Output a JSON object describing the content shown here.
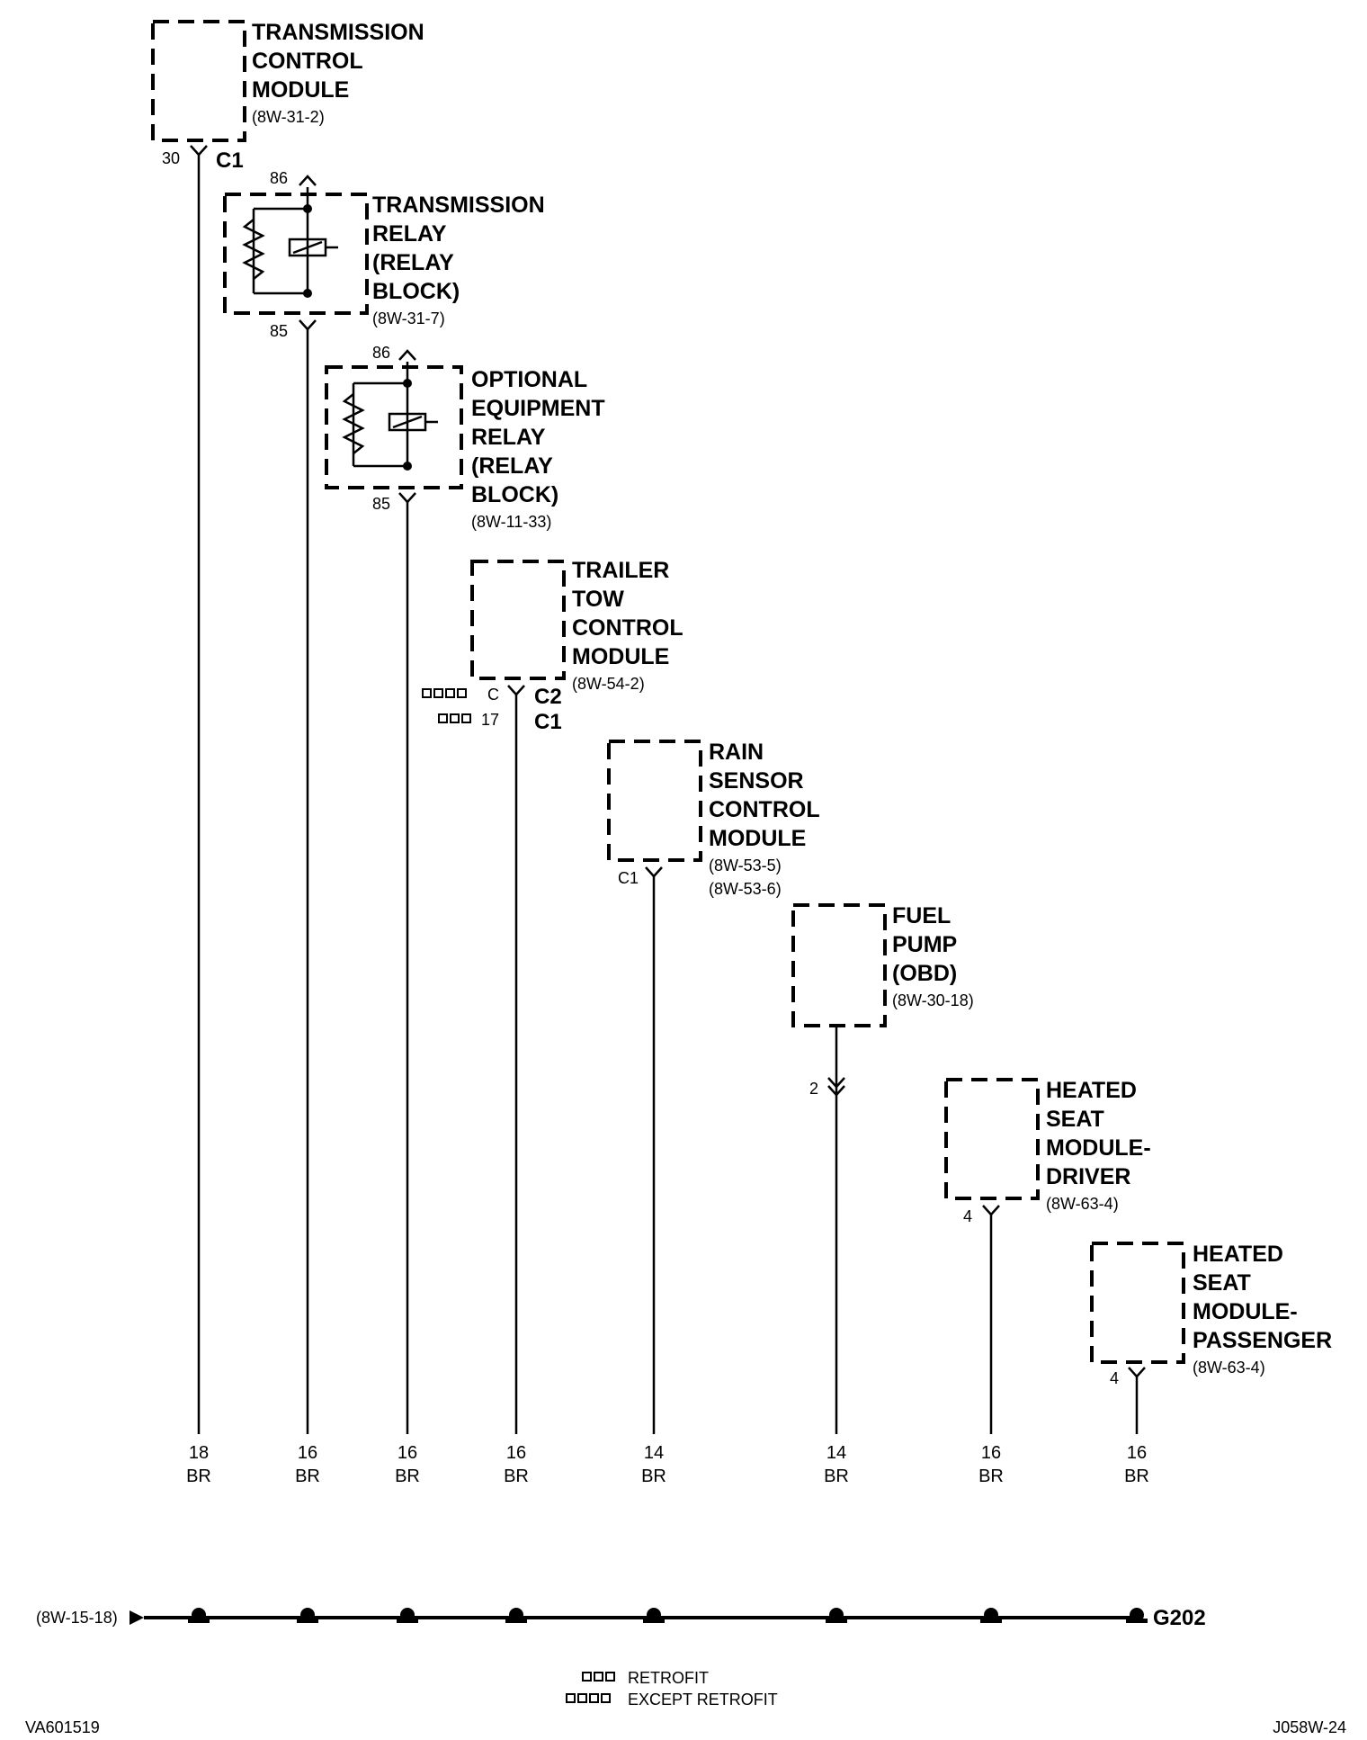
{
  "components": {
    "tcm": {
      "title": [
        "TRANSMISSION",
        "CONTROL",
        "MODULE"
      ],
      "ref": "(8W-31-2)",
      "pin": "30",
      "connector": "C1"
    },
    "trans_relay": {
      "title": [
        "TRANSMISSION",
        "RELAY",
        "(RELAY",
        "BLOCK)"
      ],
      "ref": "(8W-31-7)",
      "pin_top": "86",
      "pin_bottom": "85"
    },
    "opt_relay": {
      "title": [
        "OPTIONAL",
        "EQUIPMENT",
        "RELAY",
        "(RELAY",
        "BLOCK)"
      ],
      "ref": "(8W-11-33)",
      "pin_top": "86",
      "pin_bottom": "85"
    },
    "trailer": {
      "title": [
        "TRAILER",
        "TOW",
        "CONTROL",
        "MODULE"
      ],
      "ref": "(8W-54-2)",
      "pin_a": "C",
      "pin_b": "17",
      "conn_a": "C2",
      "conn_b": "C1"
    },
    "rain": {
      "title": [
        "RAIN",
        "SENSOR",
        "CONTROL",
        "MODULE"
      ],
      "ref1": "(8W-53-5)",
      "ref2": "(8W-53-6)",
      "connector": "C1"
    },
    "fuel": {
      "title": [
        "FUEL",
        "PUMP",
        "(OBD)"
      ],
      "ref": "(8W-30-18)",
      "pin": "2"
    },
    "hsd": {
      "title": [
        "HEATED",
        "SEAT",
        "MODULE-",
        "DRIVER"
      ],
      "ref": "(8W-63-4)",
      "pin": "4"
    },
    "hsp": {
      "title": [
        "HEATED",
        "SEAT",
        "MODULE-",
        "PASSENGER"
      ],
      "ref": "(8W-63-4)",
      "pin": "4"
    }
  },
  "wires": [
    {
      "gauge": "18",
      "color": "BR"
    },
    {
      "gauge": "16",
      "color": "BR"
    },
    {
      "gauge": "16",
      "color": "BR"
    },
    {
      "gauge": "16",
      "color": "BR"
    },
    {
      "gauge": "14",
      "color": "BR"
    },
    {
      "gauge": "14",
      "color": "BR"
    },
    {
      "gauge": "16",
      "color": "BR"
    },
    {
      "gauge": "16",
      "color": "BR"
    }
  ],
  "ground": {
    "ref": "(8W-15-18)",
    "label": "G202"
  },
  "legend": {
    "retrofit": "RETROFIT",
    "except_retrofit": "EXCEPT RETROFIT"
  },
  "footer": {
    "left": "VA601519",
    "right": "J058W-24"
  }
}
